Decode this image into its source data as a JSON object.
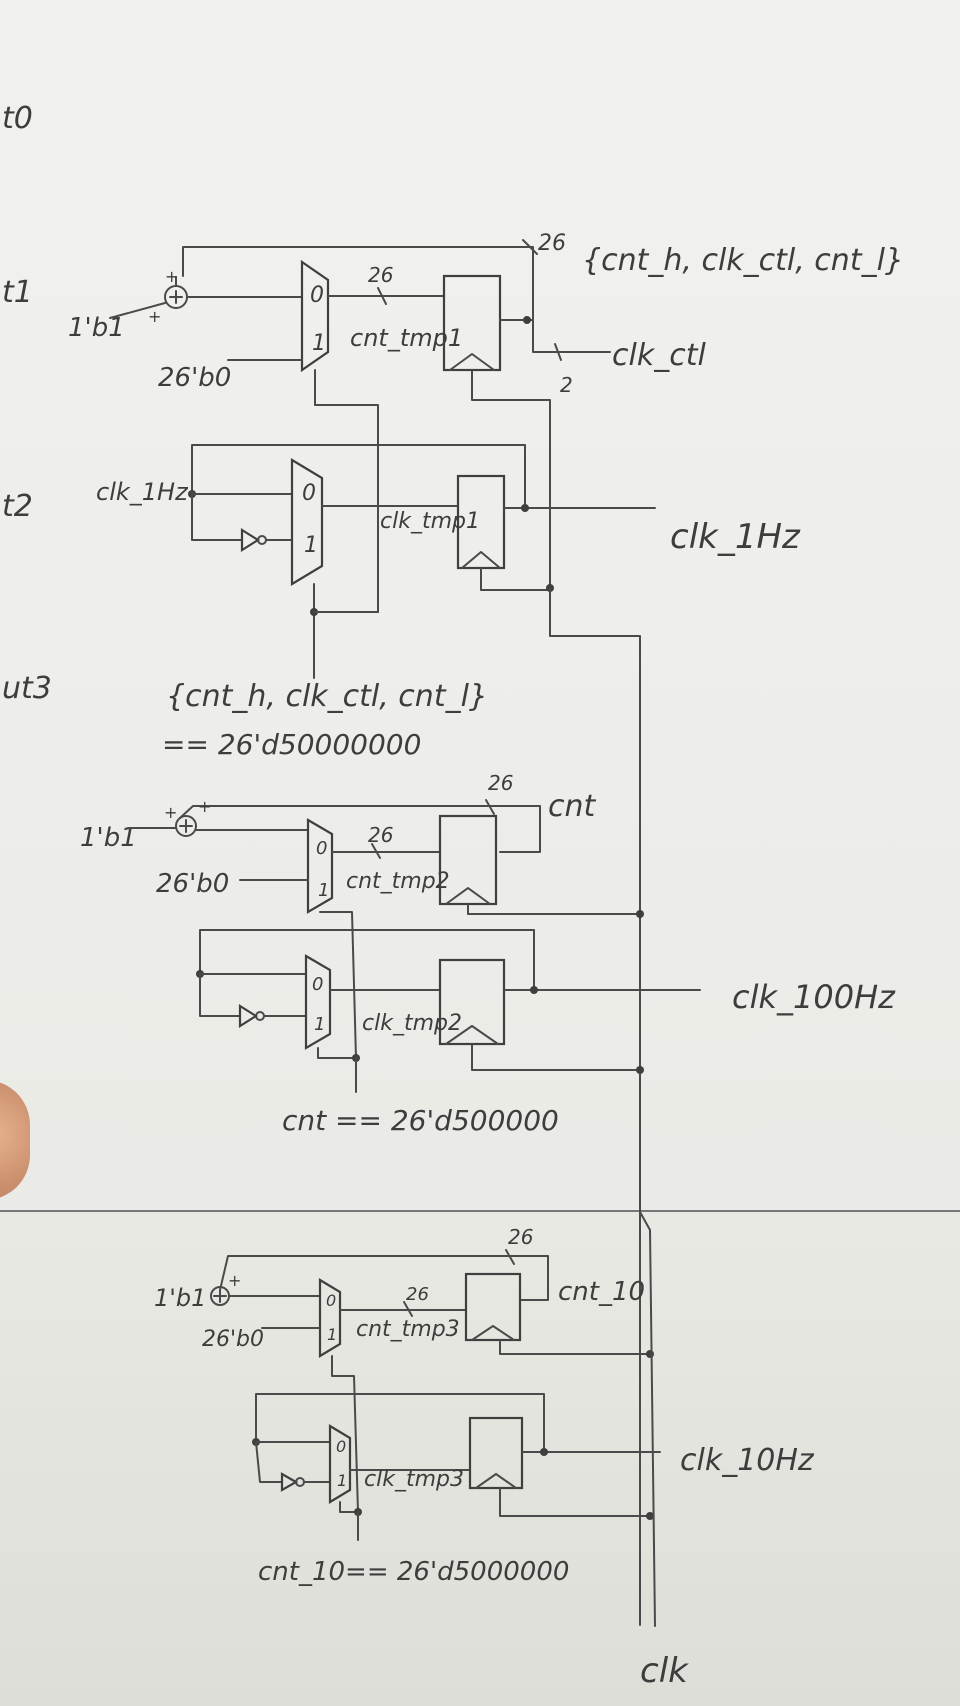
{
  "margin_notes": [
    "t0",
    "t1",
    "t2",
    "ut3"
  ],
  "section1": {
    "bus_width": "26",
    "bus_label": "{cnt_h, clk_ctl, cnt_l}",
    "clk_ctl_width": "2",
    "clk_ctl_label": "clk_ctl",
    "const_one": "1'b1",
    "const_zero": "26'b0",
    "mux_width": "26",
    "reg_label": "cnt_tmp1",
    "mux_sel_0": "0",
    "mux_sel_1": "1",
    "plus": "+"
  },
  "section2": {
    "in_label": "clk_1Hz",
    "reg_label": "clk_tmp1",
    "out_label": "clk_1Hz",
    "condition_line1": "{cnt_h, clk_ctl, cnt_l}",
    "condition_line2": "== 26'd50000000"
  },
  "section3": {
    "const_one": "1'b1",
    "const_zero": "26'b0",
    "width_top": "26",
    "width_mux": "26",
    "reg_label": "cnt_tmp2",
    "out_label": "cnt"
  },
  "section4": {
    "reg_label": "clk_tmp2",
    "out_label": "clk_100Hz",
    "condition": "cnt == 26'd500000"
  },
  "section5": {
    "const_one": "1'b1",
    "const_zero": "26'b0",
    "width_top": "26",
    "width_mux": "26",
    "reg_label": "cnt_tmp3",
    "out_label": "cnt_10"
  },
  "section6": {
    "reg_label": "clk_tmp3",
    "out_label": "clk_10Hz",
    "condition": "cnt_10== 26'd5000000"
  },
  "clock_label": "clk"
}
